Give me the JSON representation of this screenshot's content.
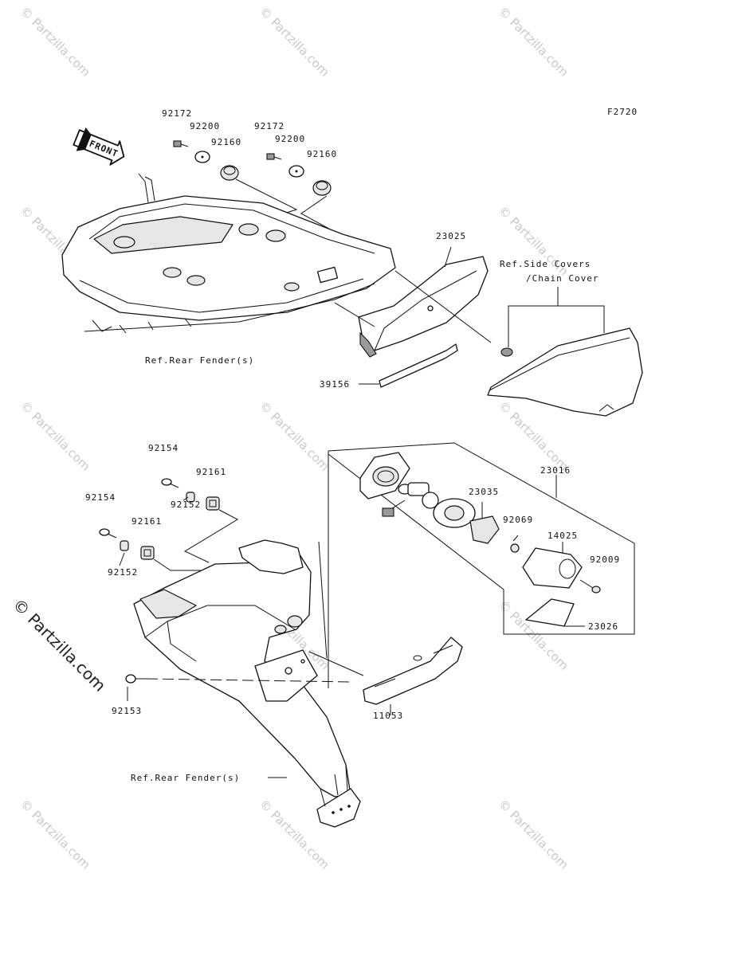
{
  "figure_code": "F2720",
  "front_label": "FRONT",
  "watermark_text": "© Partzilla.com",
  "callouts": {
    "c92172a": "92172",
    "c92200a": "92200",
    "c92172b": "92172",
    "c92160a": "92160",
    "c92200b": "92200",
    "c92160b": "92160",
    "c23025": "23025",
    "ref_side_line1": "Ref.Side Covers",
    "ref_side_line2": "/Chain Cover",
    "ref_rear_top": "Ref.Rear Fender(s)",
    "c39156": "39156",
    "c92154a": "92154",
    "c92161a": "92161",
    "c92154b": "92154",
    "c92161b": "92161",
    "c92152a": "92152",
    "c92152b": "92152",
    "c23016": "23016",
    "c23035": "23035",
    "c92069": "92069",
    "c14025": "14025",
    "c92009": "92009",
    "c23026": "23026",
    "c92153": "92153",
    "c11053": "11053",
    "ref_rear_bottom": "Ref.Rear Fender(s)"
  }
}
